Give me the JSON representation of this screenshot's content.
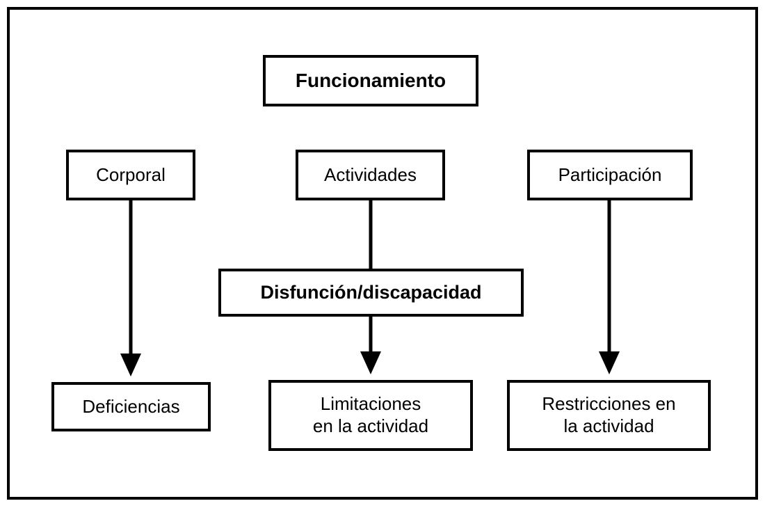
{
  "diagram": {
    "title": "Funcionamiento",
    "language": "es",
    "frame": {
      "border_color": "#000000",
      "background": "#ffffff"
    },
    "rows": {
      "row1": {
        "nodes": [
          {
            "id": "funcionamiento",
            "label": "Funcionamiento",
            "weight": "bold"
          }
        ]
      },
      "row2": {
        "nodes": [
          {
            "id": "corporal",
            "label": "Corporal",
            "weight": "normal"
          },
          {
            "id": "actividades",
            "label": "Actividades",
            "weight": "normal"
          },
          {
            "id": "participacion",
            "label": "Participación",
            "weight": "normal"
          }
        ]
      },
      "row3": {
        "nodes": [
          {
            "id": "disfuncion",
            "label": "Disfunción/discapacidad",
            "weight": "bold"
          }
        ]
      },
      "row4": {
        "nodes": [
          {
            "id": "deficiencias",
            "label": "Deficiencias",
            "weight": "normal"
          },
          {
            "id": "limitaciones",
            "label_line1": "Limitaciones",
            "label_line2": "en la actividad",
            "weight": "normal"
          },
          {
            "id": "restricciones",
            "label_line1": "Restricciones en",
            "label_line2": "la actividad",
            "weight": "normal"
          }
        ]
      }
    },
    "connections": [
      {
        "from": "corporal",
        "to": "deficiencias",
        "style": "solid-arrow"
      },
      {
        "from": "actividades",
        "to": "limitaciones",
        "style": "solid-arrow",
        "passes_through": "disfuncion"
      },
      {
        "from": "participacion",
        "to": "restricciones",
        "style": "solid-arrow"
      }
    ]
  }
}
